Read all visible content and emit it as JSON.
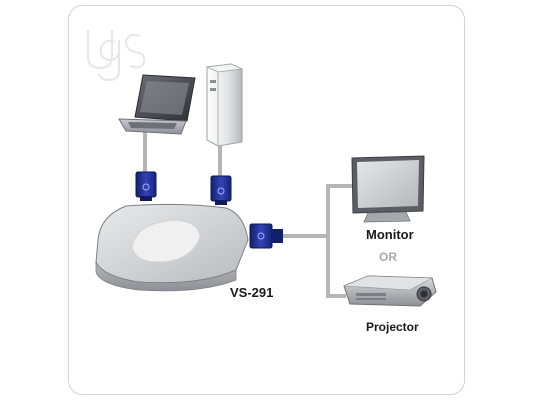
{
  "labels": {
    "switch": "VS-291",
    "monitor": "Monitor",
    "or": "OR",
    "projector": "Projector"
  },
  "watermark_text": "ugs",
  "colors": {
    "frame": "#d3d3d3",
    "cable": "#b5b5b5",
    "connector": "#1f2a8c",
    "device_body": "#cfd0d3",
    "or_text": "#a9a9a9"
  }
}
